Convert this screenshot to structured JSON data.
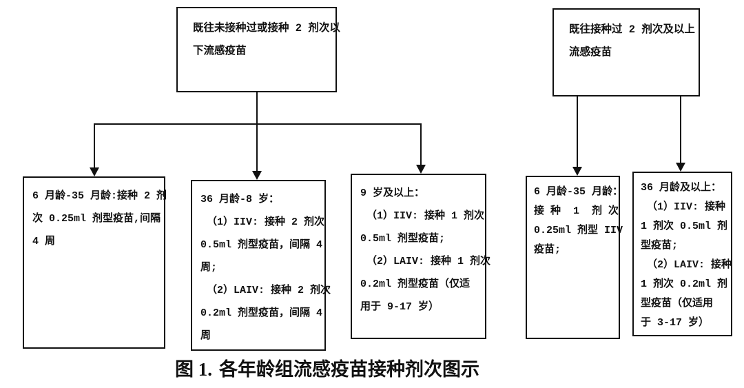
{
  "figure": {
    "caption": {
      "label": "图 1.",
      "text": "各年龄组流感疫苗接种剂次图示"
    },
    "colors": {
      "line": "#111111",
      "border": "#111111",
      "background": "#ffffff",
      "text": "#111111"
    },
    "boxes": {
      "top_left": {
        "lines": [
          "既往未接种过或接种 2 剂次以",
          "下流感疫苗"
        ]
      },
      "top_right": {
        "lines": [
          "既往接种过 2 剂次及以上",
          "流感疫苗"
        ]
      },
      "b1": {
        "lines": [
          "6 月龄-35 月龄:接种 2 剂",
          "次 0.25ml 剂型疫苗,间隔",
          "4 周"
        ]
      },
      "b2": {
        "lines": [
          "36 月龄-8 岁：",
          " （1）IIV: 接种 2 剂次",
          "0.5ml 剂型疫苗，间隔 4",
          "周;",
          " （2）LAIV: 接种 2 剂次",
          "0.2ml 剂型疫苗，间隔 4",
          "周"
        ]
      },
      "b3": {
        "lines": [
          "9 岁及以上：",
          " （1）IIV: 接种 1 剂次",
          "0.5ml 剂型疫苗;",
          " （2）LAIV: 接种 1 剂次",
          "0.2ml 剂型疫苗（仅适",
          "用于 9-17 岁）"
        ]
      },
      "b4": {
        "lines": [
          "6 月龄-35 月龄：",
          "接 种  1  剂 次",
          "0.25ml 剂型 IIV",
          "疫苗;"
        ]
      },
      "b5": {
        "lines": [
          "36 月龄及以上：",
          " （1）IIV: 接种",
          "1 剂次 0.5ml 剂",
          "型疫苗;",
          " （2）LAIV: 接种",
          "1 剂次 0.2ml 剂",
          "型疫苗（仅适用",
          "于 3-17 岁）"
        ]
      }
    }
  }
}
